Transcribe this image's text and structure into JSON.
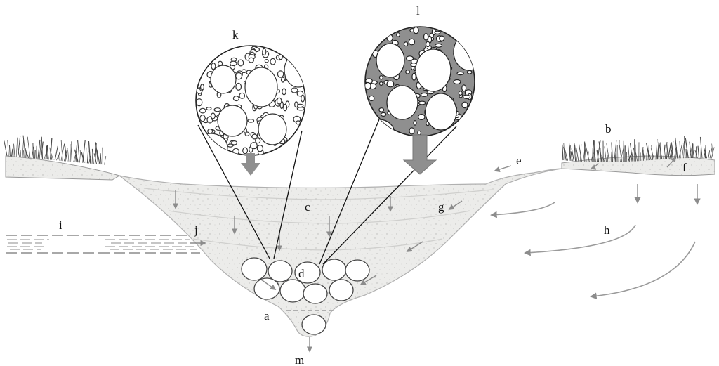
{
  "labels": {
    "a": "a",
    "b": "b",
    "c": "c",
    "d": "d",
    "e": "e",
    "f": "f",
    "g": "g",
    "h": "h",
    "i": "i",
    "j": "j",
    "k": "k",
    "l": "l",
    "m": "m"
  },
  "colors": {
    "ink": "#111111",
    "arrow": "#8c8c8c",
    "fill_light": "#eeeeec",
    "fill_soil": "#e4e4e2",
    "grass": "#4a4a4a",
    "zoom_l_bg": "#8f8f8f"
  },
  "icons": {
    "flow_arrow": "arrow-icon",
    "large_flow_arrow": "thick-arrow-icon"
  }
}
